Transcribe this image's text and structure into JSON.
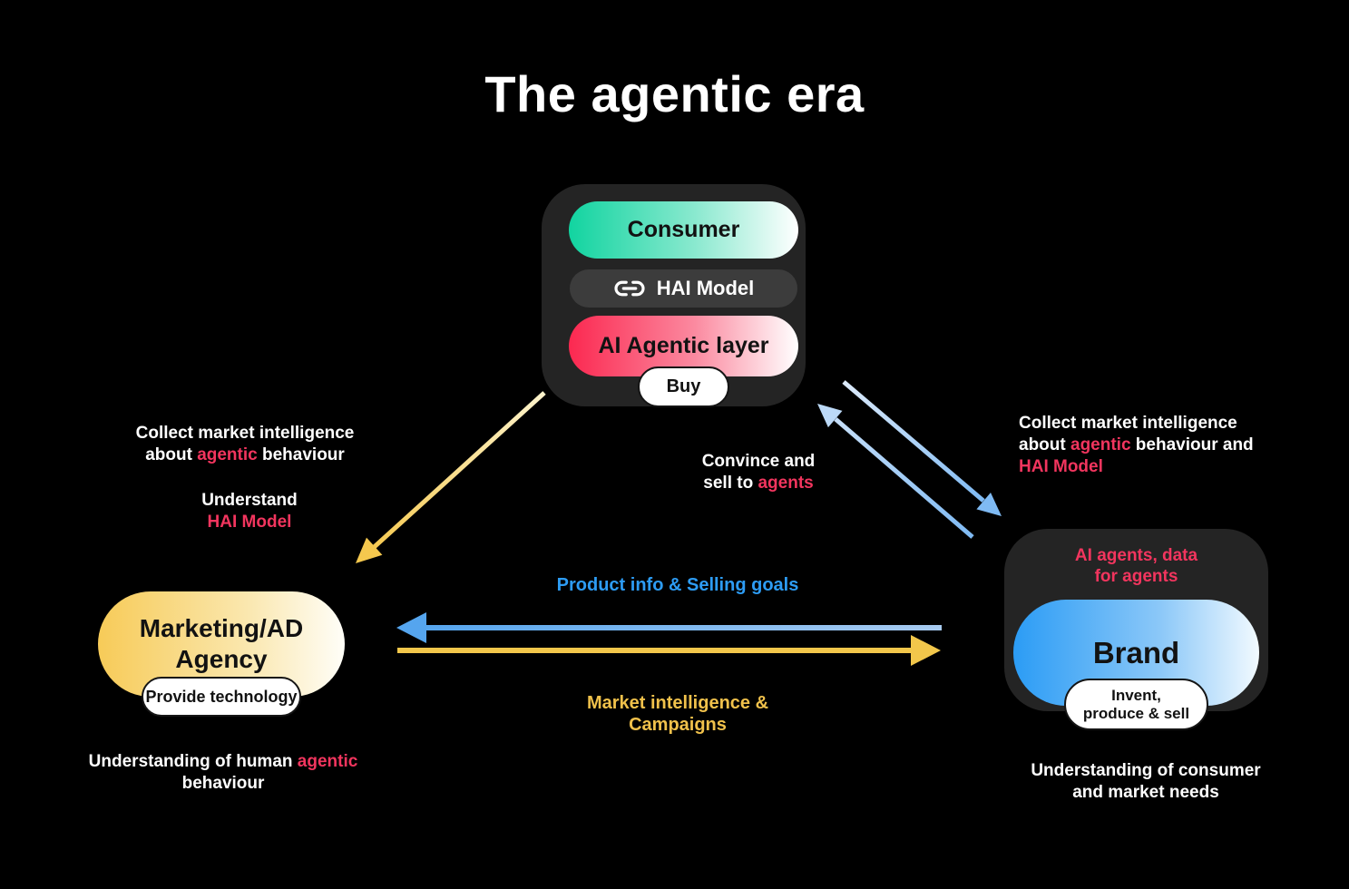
{
  "title": "The agentic era",
  "colors": {
    "background": "#000000",
    "panel": "#242424",
    "accent_red": "#f2355e",
    "green": "#11d4a0",
    "blue": "#2b9cf5",
    "yellow": "#f7cb58",
    "arrow_blue": "#7fbaf3",
    "arrow_yellow": "#f2c74b",
    "label_blue": "#2d9cf4",
    "label_yellow": "#f0c14b"
  },
  "consumer_stack": {
    "consumer": "Consumer",
    "hai_model": "HAI Model",
    "agentic_layer": "AI Agentic layer",
    "buy": "Buy"
  },
  "agency": {
    "name_line1": "Marketing/AD",
    "name_line2": "Agency",
    "badge": "Provide technology",
    "note_line1_pre": "Understanding of human ",
    "note_line1_red": "agentic",
    "note_line2": "behaviour"
  },
  "brand": {
    "tag_line1": "AI agents, data",
    "tag_line2": "for agents",
    "name": "Brand",
    "badge_line1": "Invent,",
    "badge_line2": "produce & sell",
    "note_line1": "Understanding of consumer",
    "note_line2": "and market needs"
  },
  "labels": {
    "collect_left": {
      "line1": "Collect market intelligence",
      "line2_pre": "about ",
      "line2_red": "agentic",
      "line2_post": " behaviour"
    },
    "understand": {
      "line1": "Understand",
      "line2_red": "HAI Model"
    },
    "convince": {
      "line1": "Convince and",
      "line2_pre": "sell to ",
      "line2_red": "agents"
    },
    "collect_right": {
      "line1": "Collect market intelligence",
      "line2_pre": "about ",
      "line2_red": "agentic",
      "line2_post": " behaviour and",
      "line3_red": "HAI Model"
    }
  },
  "flows": {
    "product_info": "Product info & Selling goals",
    "market_intel_line1": "Market intelligence &",
    "market_intel_line2": "Campaigns"
  }
}
